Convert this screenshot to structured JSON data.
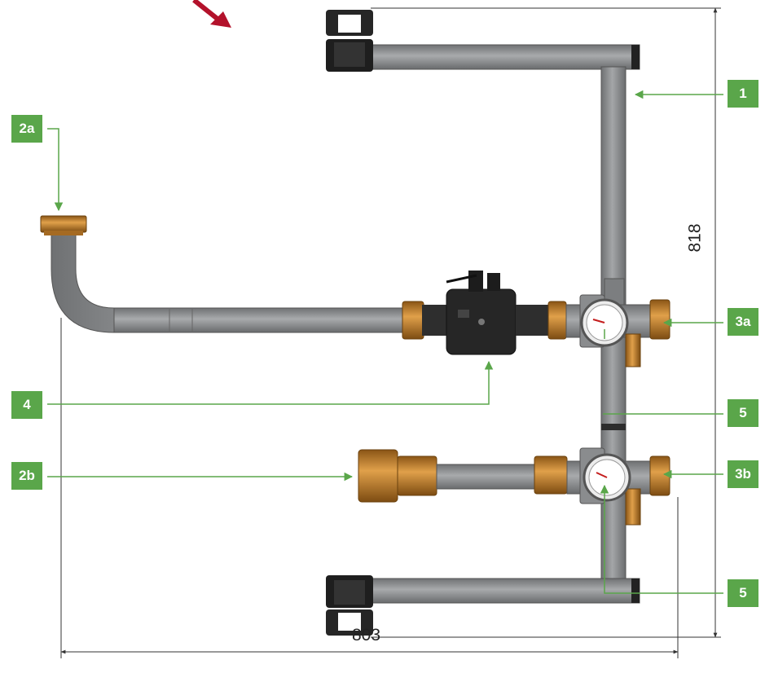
{
  "callouts": {
    "c1": "1",
    "c2a": "2a",
    "c2b": "2b",
    "c3a": "3a",
    "c3b": "3b",
    "c4": "4",
    "c5_upper": "5",
    "c5_lower": "5"
  },
  "dimensions": {
    "height": "818",
    "width": "803"
  },
  "colors": {
    "callout": "#5aa64a",
    "leader": "#5aa64a",
    "pipe": "#8f9193",
    "brass": "#c8862a",
    "pump": "#2a2a2a",
    "arrow": "#b3122b"
  }
}
